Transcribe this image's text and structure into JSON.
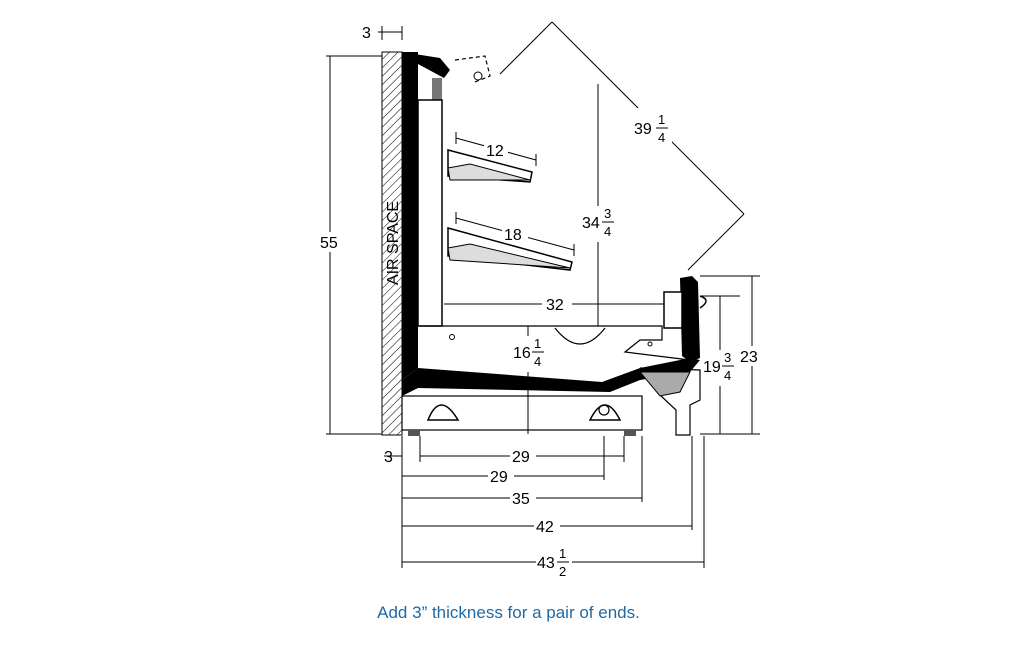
{
  "labels": {
    "air_space": "AIR SPACE",
    "wall": "3",
    "height_total": "55",
    "top_diag": {
      "whole": "39",
      "num": "1",
      "den": "4"
    },
    "shelf_top": "12",
    "shelf_bottom": "18",
    "opening_height": {
      "whole": "34",
      "num": "3",
      "den": "4"
    },
    "depth_32": "32",
    "base_height": {
      "whole": "16",
      "num": "1",
      "den": "4"
    },
    "front_height": {
      "whole": "19",
      "num": "3",
      "den": "4"
    },
    "front_total": "23",
    "bottom_wall": "3",
    "row_29a": "29",
    "row_29b": "29",
    "row_35": "35",
    "row_42": "42",
    "row_43": {
      "whole": "43",
      "num": "1",
      "den": "2"
    }
  },
  "caption": "Add 3” thickness for a pair of ends."
}
